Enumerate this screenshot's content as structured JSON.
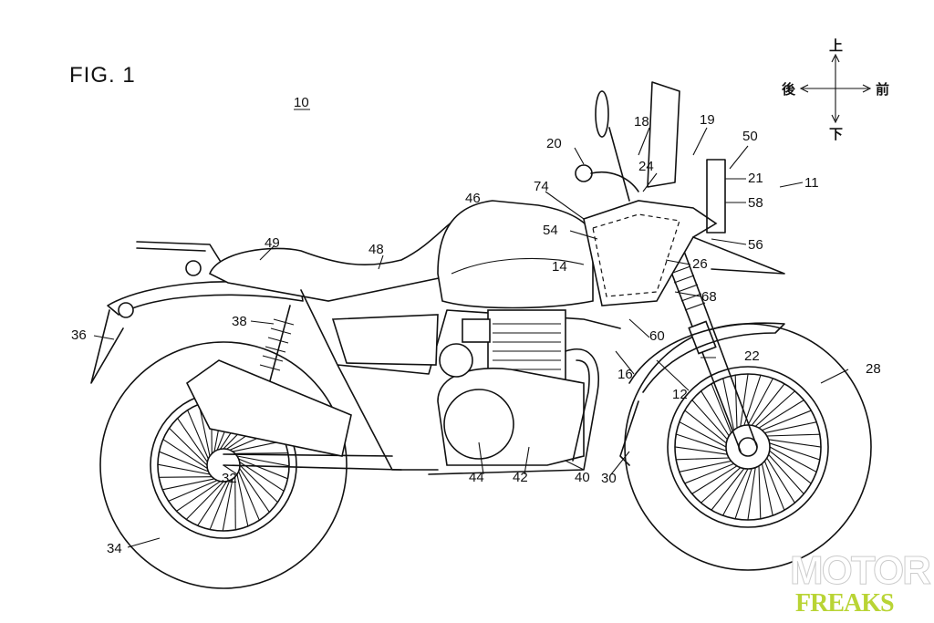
{
  "figure": {
    "title": "FIG. 1",
    "overall_ref": "10",
    "direction_indicator": {
      "up": "上",
      "rear": "後",
      "front": "前",
      "down": "下"
    },
    "labels": [
      "20",
      "18",
      "19",
      "50",
      "24",
      "21",
      "11",
      "58",
      "74",
      "46",
      "54",
      "56",
      "49",
      "48",
      "14",
      "26",
      "68",
      "36",
      "38",
      "60",
      "22",
      "16",
      "12",
      "28",
      "32",
      "44",
      "42",
      "40",
      "30",
      "34"
    ]
  },
  "watermark": {
    "line1": "MOTOR",
    "line2": "FREAKS",
    "accent_color": "#b9d435"
  }
}
